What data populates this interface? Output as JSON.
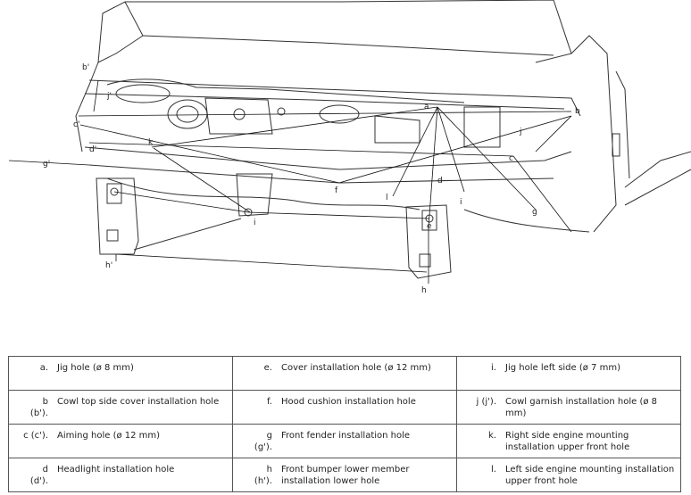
{
  "diagram": {
    "labels": {
      "a": "a",
      "b_left": "b'",
      "b_right": "b",
      "c_left": "c'",
      "c_right": "c",
      "d_left": "d'",
      "d_right": "d",
      "e": "e",
      "f": "f",
      "g_left": "g'",
      "g_right": "g",
      "h_left": "h'",
      "h_right": "h",
      "i_left": "i",
      "i_right": "i",
      "j_left": "j'",
      "j_right": "j",
      "k": "k",
      "l": "l"
    }
  },
  "legend": {
    "rows": [
      [
        {
          "code": "a.",
          "text": "Jig hole (ø 8 mm)"
        },
        {
          "code": "e.",
          "text": "Cover installation hole (ø 12 mm)"
        },
        {
          "code": "i.",
          "text": "Jig hole left side (ø 7 mm)"
        }
      ],
      [
        {
          "code": "b\n(b').",
          "text": "Cowl top side cover installation hole"
        },
        {
          "code": "f.",
          "text": "Hood cushion installation hole"
        },
        {
          "code": "j (j').",
          "text": "Cowl garnish installation hole (ø 8 mm)"
        }
      ],
      [
        {
          "code": "c (c').",
          "text": "Aiming hole (ø 12 mm)"
        },
        {
          "code": "g\n(g').",
          "text": "Front fender installation hole"
        },
        {
          "code": "k.",
          "text": "Right side engine mounting installation upper front hole"
        }
      ],
      [
        {
          "code": "d\n(d').",
          "text": "Headlight installation hole"
        },
        {
          "code": "h\n(h').",
          "text": "Front bumper lower member installation lower hole"
        },
        {
          "code": "l.",
          "text": "Left side engine mounting installation upper front hole"
        }
      ]
    ]
  }
}
